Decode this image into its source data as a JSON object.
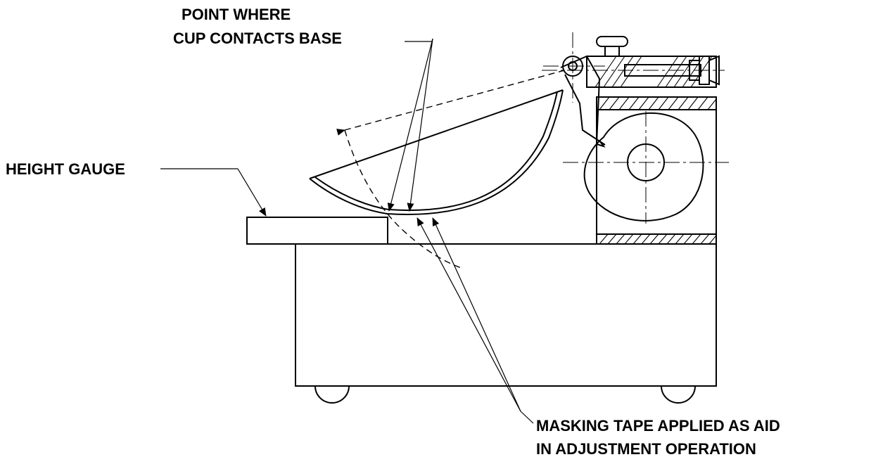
{
  "labels": {
    "point_where_line1": "POINT WHERE",
    "point_where_line2": "CUP CONTACTS BASE",
    "height_gauge": "HEIGHT GAUGE",
    "masking_line1_bold": "MASKING",
    "masking_line1_rest": " TAPE APPLIED AS AID",
    "masking_line2": "IN ADJUSTMENT OPERATION"
  }
}
